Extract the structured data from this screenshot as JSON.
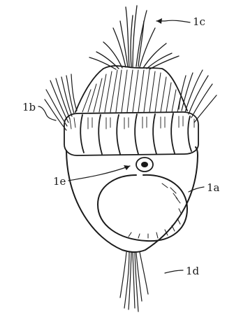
{
  "figure": {
    "labels": {
      "body": "1a",
      "side_cilia": "1b",
      "top_cilia": "1c",
      "stalk": "1d",
      "eye": "1e"
    }
  }
}
